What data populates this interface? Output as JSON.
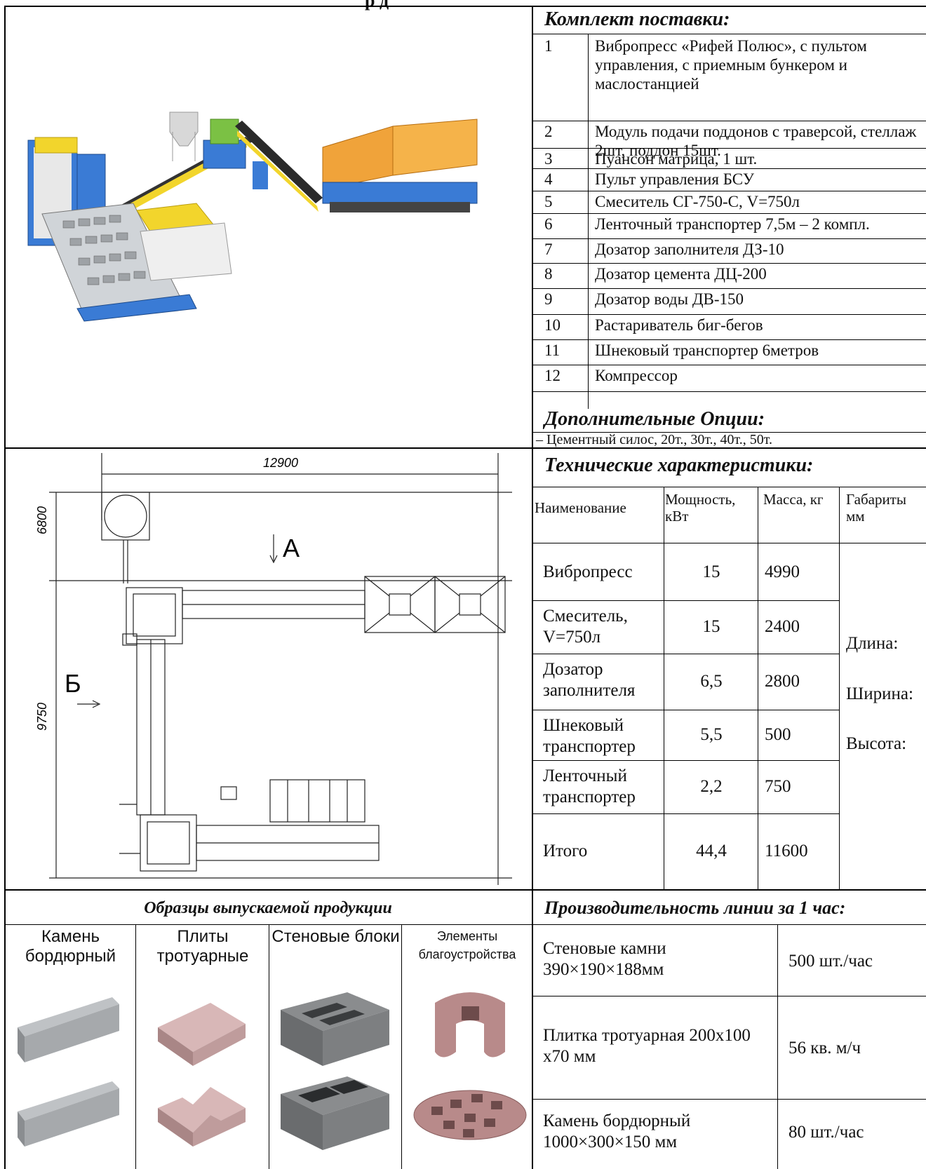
{
  "page_title_partial": "р        д",
  "kit": {
    "title": "Комплект поставки:",
    "items": [
      {
        "num": "1",
        "text": "Вибропресс «Рифей Полюс», с пультом управления, с приемным бункером и маслостанцией"
      },
      {
        "num": "2",
        "text": "Модуль подачи поддонов с траверсой, стеллаж 2шт, поддон 15шт."
      },
      {
        "num": "3",
        "text": "Пуансон матрица, 1 шт."
      },
      {
        "num": "4",
        "text": "Пульт управления БСУ"
      },
      {
        "num": "5",
        "text": "Смеситель СГ-750-С, V=750л"
      },
      {
        "num": "6",
        "text": "Ленточный транспортер 7,5м – 2 компл."
      },
      {
        "num": "7",
        "text": "Дозатор заполнителя ДЗ-10"
      },
      {
        "num": "8",
        "text": "Дозатор цемента ДЦ-200"
      },
      {
        "num": "9",
        "text": "Дозатор воды ДВ-150"
      },
      {
        "num": "10",
        "text": "Растариватель биг-бегов"
      },
      {
        "num": "11",
        "text": "Шнековый транспортер 6метров"
      },
      {
        "num": "12",
        "text": "Компрессор"
      }
    ]
  },
  "options": {
    "title": "Дополнительные Опции:",
    "text": "– Цементный силос, 20т., 30т., 40т., 50т."
  },
  "drawing": {
    "dim_width": "12900",
    "dim_top": "6800",
    "dim_side": "9750",
    "label_a": "А",
    "label_b": "Б"
  },
  "specs": {
    "title": "Технические характеристики:",
    "headers": {
      "name": "Наименование",
      "power": "Мощность, кВт",
      "mass": "Масса, кг",
      "dims": "Габариты мм"
    },
    "rows": [
      {
        "name": "Вибропресс",
        "power": "15",
        "mass": "4990"
      },
      {
        "name": "Смеситель, V=750л",
        "power": "15",
        "mass": "2400"
      },
      {
        "name": "Дозатор заполнителя",
        "power": "6,5",
        "mass": "2800"
      },
      {
        "name": "Шнековый транспортер",
        "power": "5,5",
        "mass": "500"
      },
      {
        "name": "Ленточный транспортер",
        "power": "2,2",
        "mass": "750"
      },
      {
        "name": "Итого",
        "power": "44,4",
        "mass": "11600"
      }
    ],
    "dims_labels": {
      "length": "Длина:",
      "width": "Ширина:",
      "height": "Высота:"
    }
  },
  "products": {
    "title": "Образцы выпускаемой продукции",
    "columns": [
      {
        "label": "Камень бордюрный"
      },
      {
        "label": "Плиты тротуарные"
      },
      {
        "label": "Стеновые блоки"
      },
      {
        "label": "Элементы благоустройства"
      }
    ]
  },
  "productivity": {
    "title": "Производительность линии за 1 час:",
    "rows": [
      {
        "name": "Стеновые камни 390×190×188мм",
        "value": "500 шт./час"
      },
      {
        "name": "Плитка тротуарная 200x100 x70 мм",
        "value": "56 кв. м/ч"
      },
      {
        "name": "Камень бордюрный 1000×300×150 мм",
        "value": "80 шт./час"
      }
    ]
  },
  "colors": {
    "line_blue": "#2f6fc4",
    "hopper_orange": "#f0a33a",
    "frame_yellow": "#f2d52c",
    "block_gray": "#8a8c8e",
    "paver_pink": "#c7a0a0"
  }
}
